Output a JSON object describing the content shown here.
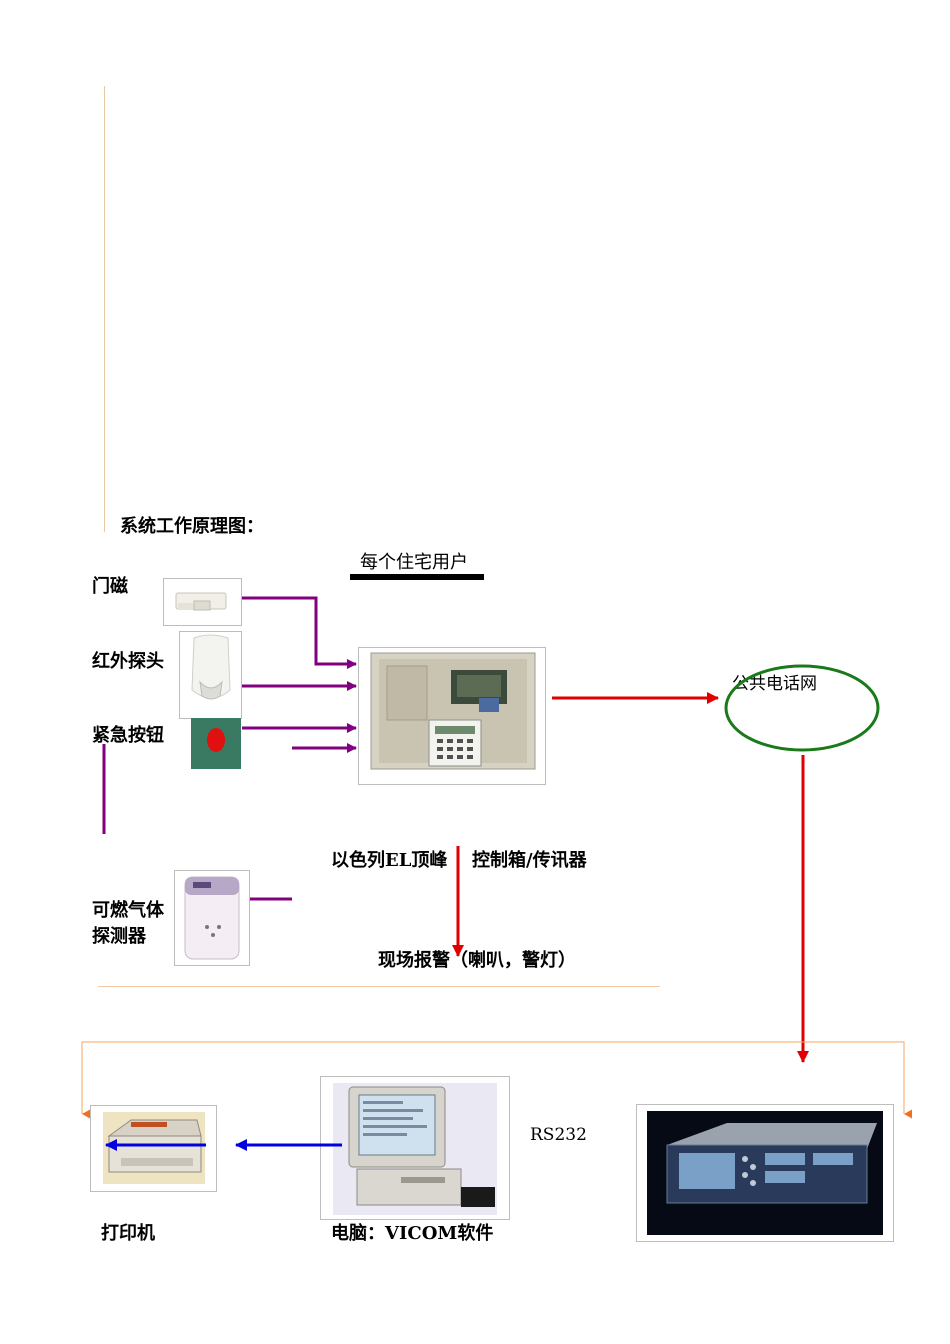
{
  "heading": "系统工作原理图：",
  "household": "每个住宅用户",
  "devices": {
    "door_magnet": "门磁",
    "infrared": "红外探头",
    "emergency": "紧急按钮",
    "gas_line1": "可燃气体",
    "gas_line2": "探测器"
  },
  "controller": {
    "brand": "以色列EL顶峰",
    "name": "控制箱/传讯器"
  },
  "alarm": "现场报警（喇叭，警灯）",
  "phone_network": "公共电话网",
  "rs232": "RS232",
  "printer": "打印机",
  "computer": "电脑：VICOM软件",
  "colors": {
    "wire": "#800080",
    "signal": "#e00000",
    "network": "#1a7a1a",
    "data": "#0000e0",
    "bracket": "#f4a460"
  }
}
